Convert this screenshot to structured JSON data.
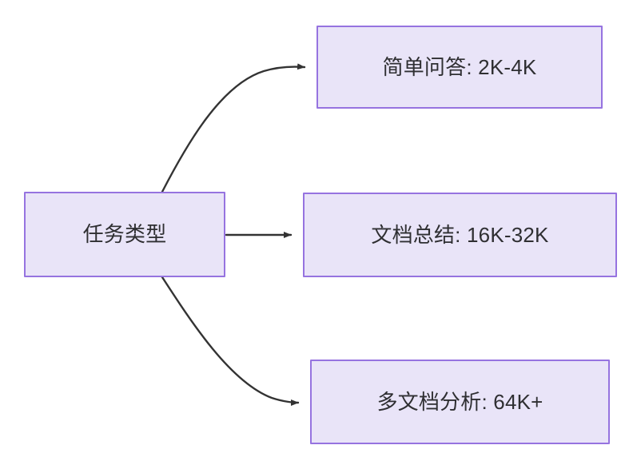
{
  "diagram": {
    "type": "flowchart",
    "direction": "left-to-right",
    "background_color": "#ffffff",
    "node_fill_color": "#e9e4f8",
    "node_border_color": "#9673e0",
    "text_color": "#2f2f32",
    "edge_color": "#333333",
    "nodes": [
      {
        "id": "source",
        "label": "任务类型",
        "role": "root"
      },
      {
        "id": "simple",
        "label": "简单问答: 2K-4K",
        "role": "leaf"
      },
      {
        "id": "summary",
        "label": "文档总结: 16K-32K",
        "role": "leaf"
      },
      {
        "id": "multidoc",
        "label": "多文档分析: 64K+",
        "role": "leaf"
      }
    ],
    "edges": [
      {
        "from": "source",
        "to": "simple",
        "style": "curved",
        "arrow": "triangle",
        "label": ""
      },
      {
        "from": "source",
        "to": "summary",
        "style": "straight",
        "arrow": "triangle",
        "label": ""
      },
      {
        "from": "source",
        "to": "multidoc",
        "style": "curved",
        "arrow": "triangle",
        "label": ""
      }
    ]
  }
}
